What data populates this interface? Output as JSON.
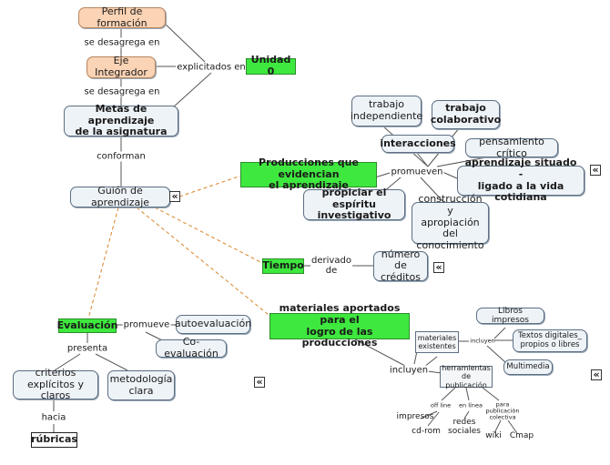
{
  "nodes": {
    "perfil": "Perfil de formación",
    "eje": "Eje Integrador",
    "unidad": "Unidad 0",
    "metas": "Metas de aprendizaje\nde la asignatura",
    "guion": "Guión de aprendizaje",
    "producciones": "Producciones que evidencian\nel aprendizaje",
    "trabajo_indep": "trabajo\nindependiente",
    "trabajo_colab": "trabajo\ncolaborativo",
    "interacciones": "interacciones",
    "pensamiento": "pensamiento crítico",
    "aprendizaje_situado": "aprendizaje situado -\nligado a la vida cotidiana",
    "propiciar": "propiciar el espíritu\ninvestigativo",
    "construccion": "construcción y\napropiación del\nconocimiento",
    "tiempo": "Tiempo",
    "creditos": "número de\ncréditos",
    "evaluacion": "Evaluación",
    "autoevaluacion": "autoevaluación",
    "coevaluacion": "Co-evaluación",
    "criterios": "criterios\nexplícitos y claros",
    "metodologia": "metodología\nclara",
    "rubricas": "rúbricas",
    "materiales": "materiales aportados para el\nlogro de las producciones",
    "mat_existentes": "materiales\nexistentes",
    "libros": "Libros impresos",
    "textos": "Textos digitales_\npropios o libres",
    "multimedia": "Multimedia",
    "herramientas": "herramientas\nde publicación"
  },
  "links": {
    "se_desagrega_1": "se desagrega en",
    "se_desagrega_2": "se desagrega en",
    "explicitados": "explicitados en",
    "conforman": "conforman",
    "promueven": "promueven",
    "derivado": "derivado\nde",
    "promueve": "promueve",
    "presenta": "presenta",
    "hacia": "hacia",
    "incluyen_1": "incluyen",
    "incluyen_2": "incluyen",
    "offline": "off line",
    "enlinea": "en línea",
    "para_pub": "para\npublicación\ncolectiva"
  },
  "leaves": {
    "impresos": "impresos",
    "cdrom": "cd-rom",
    "redes": "redes\nsociales",
    "wiki": "wiki",
    "cmap": "Cmap"
  },
  "expand_icon": "«",
  "colors": {
    "node_fill": "#eef3f8",
    "orange": "#fbd3b5",
    "green": "#3ee83e",
    "dashed_line": "#d9862a",
    "line": "#555555"
  }
}
